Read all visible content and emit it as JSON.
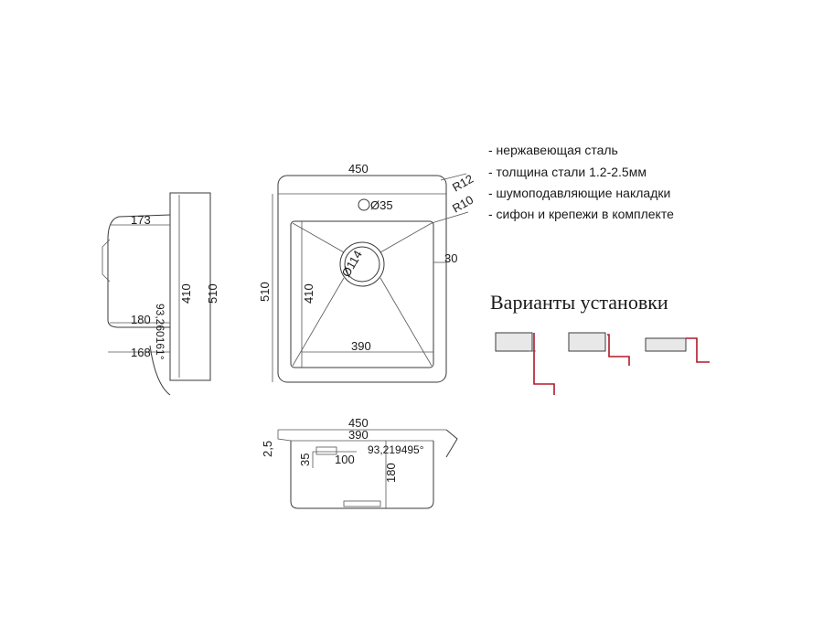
{
  "specs": [
    "- нержавеющая сталь",
    "- толщина стали 1.2-2.5мм",
    "- шумоподавляющие накладки",
    "- сифон и крепежи в комплекте"
  ],
  "install_heading": "Варианты установки",
  "side_view": {
    "dim_173": "173",
    "dim_180": "180",
    "dim_168": "168",
    "dim_410": "410",
    "dim_510": "510",
    "angle_1": "93,260161°"
  },
  "top_view": {
    "dim_450": "450",
    "dim_r12": "R12",
    "dim_r10": "R10",
    "dim_d35": "Ø35",
    "dim_d114": "Ø114",
    "dim_30": "30",
    "dim_510": "510",
    "dim_410": "410",
    "dim_390": "390"
  },
  "front_view": {
    "dim_450": "450",
    "dim_390": "390",
    "dim_25": "2,5",
    "dim_35": "35",
    "dim_100": "100",
    "dim_180": "180",
    "angle_2": "93,219495°"
  },
  "colors": {
    "line": "#3a3a3a",
    "accent": "#b0182a"
  }
}
